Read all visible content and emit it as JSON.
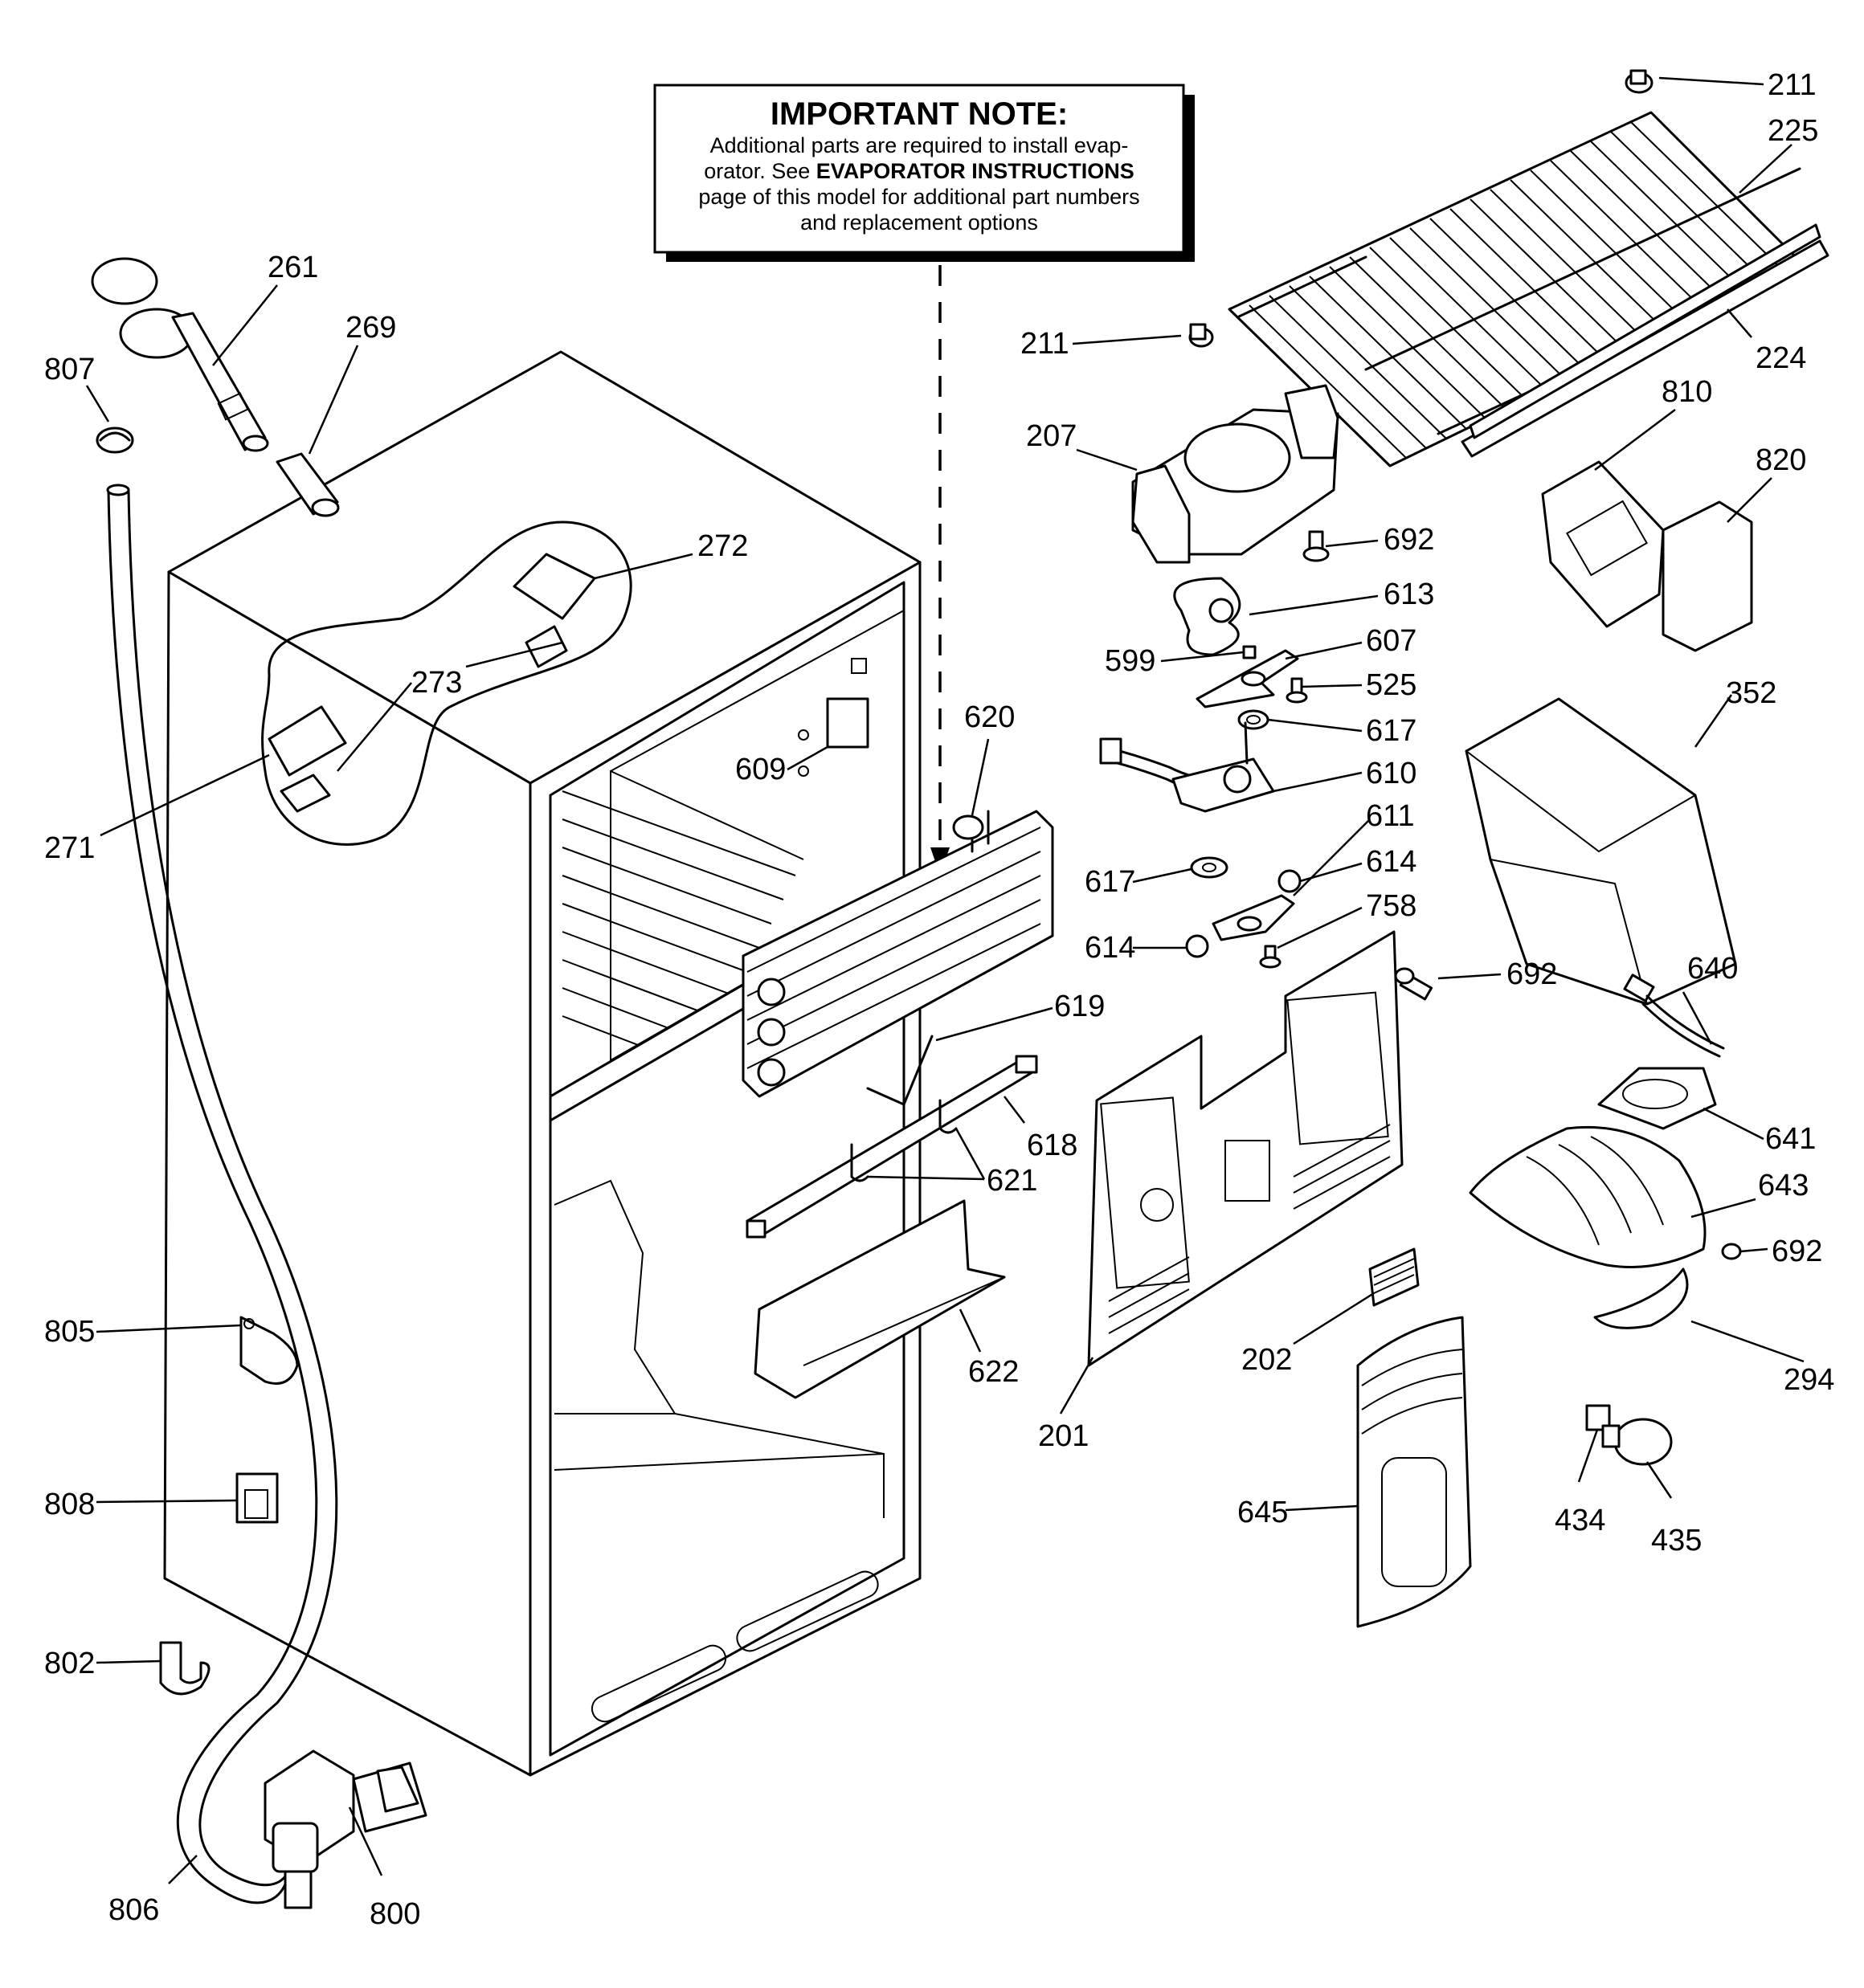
{
  "note": {
    "title": "IMPORTANT NOTE:",
    "line1": "Additional parts are required to install evap-",
    "line2_pre": "orator.  See ",
    "line2_bold": "EVAPORATOR INSTRUCTIONS",
    "line3": "page of this model for additional part numbers",
    "line4": "and replacement options"
  },
  "callouts": [
    {
      "id": "c211a",
      "label": "211"
    },
    {
      "id": "c225",
      "label": "225"
    },
    {
      "id": "c211b",
      "label": "211"
    },
    {
      "id": "c224",
      "label": "224"
    },
    {
      "id": "c261",
      "label": "261"
    },
    {
      "id": "c269",
      "label": "269"
    },
    {
      "id": "c807",
      "label": "807"
    },
    {
      "id": "c207",
      "label": "207"
    },
    {
      "id": "c810",
      "label": "810"
    },
    {
      "id": "c820",
      "label": "820"
    },
    {
      "id": "c272",
      "label": "272"
    },
    {
      "id": "c692a",
      "label": "692"
    },
    {
      "id": "c613",
      "label": "613"
    },
    {
      "id": "c273",
      "label": "273"
    },
    {
      "id": "c599",
      "label": "599"
    },
    {
      "id": "c607",
      "label": "607"
    },
    {
      "id": "c525",
      "label": "525"
    },
    {
      "id": "c352",
      "label": "352"
    },
    {
      "id": "c620",
      "label": "620"
    },
    {
      "id": "c617a",
      "label": "617"
    },
    {
      "id": "c609",
      "label": "609"
    },
    {
      "id": "c610",
      "label": "610"
    },
    {
      "id": "c271",
      "label": "271"
    },
    {
      "id": "c611",
      "label": "611"
    },
    {
      "id": "c617b",
      "label": "617"
    },
    {
      "id": "c614a",
      "label": "614"
    },
    {
      "id": "c758",
      "label": "758"
    },
    {
      "id": "c614b",
      "label": "614"
    },
    {
      "id": "c692b",
      "label": "692"
    },
    {
      "id": "c640",
      "label": "640"
    },
    {
      "id": "c619",
      "label": "619"
    },
    {
      "id": "c618",
      "label": "618"
    },
    {
      "id": "c641",
      "label": "641"
    },
    {
      "id": "c621",
      "label": "621"
    },
    {
      "id": "c643",
      "label": "643"
    },
    {
      "id": "c692c",
      "label": "692"
    },
    {
      "id": "c805",
      "label": "805"
    },
    {
      "id": "c622",
      "label": "622"
    },
    {
      "id": "c202",
      "label": "202"
    },
    {
      "id": "c294",
      "label": "294"
    },
    {
      "id": "c201",
      "label": "201"
    },
    {
      "id": "c808",
      "label": "808"
    },
    {
      "id": "c645",
      "label": "645"
    },
    {
      "id": "c434",
      "label": "434"
    },
    {
      "id": "c435",
      "label": "435"
    },
    {
      "id": "c802",
      "label": "802"
    },
    {
      "id": "c806",
      "label": "806"
    },
    {
      "id": "c800",
      "label": "800"
    }
  ]
}
